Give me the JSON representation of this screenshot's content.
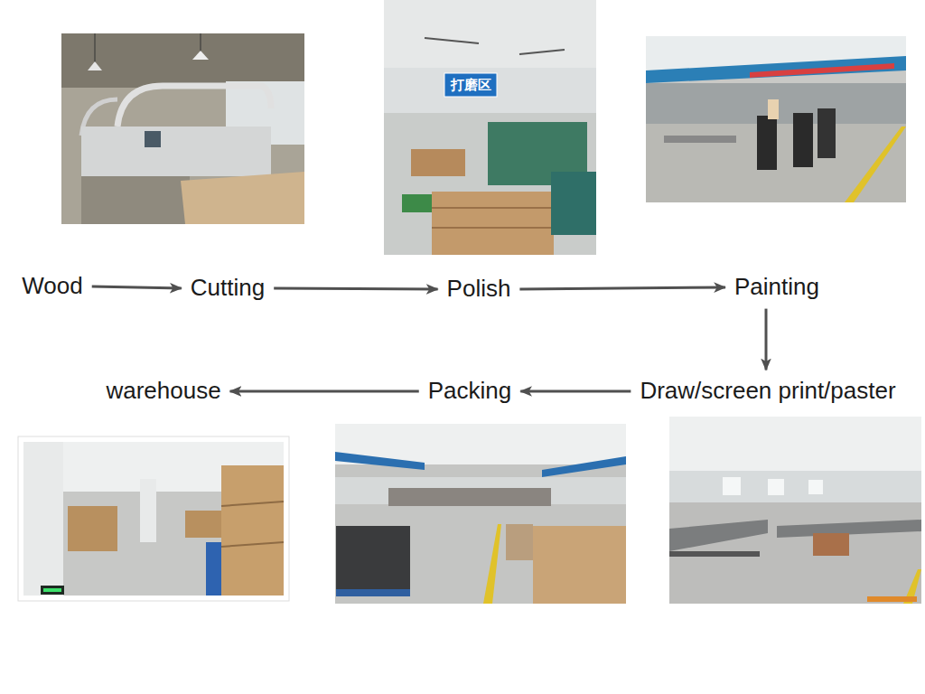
{
  "diagram": {
    "nodes": [
      {
        "text": [
          "Wood"
        ]
      },
      {
        "text": [
          "Cutting"
        ]
      },
      {
        "text": [
          "Polish"
        ]
      },
      {
        "text": [
          "Painting"
        ]
      },
      {
        "text": [
          "Draw/screen print/paster"
        ]
      },
      {
        "text": [
          "Packing"
        ]
      },
      {
        "text": [
          "warehouse"
        ]
      }
    ],
    "edges": [
      {
        "from": 0,
        "to": 1,
        "arrow": "to"
      },
      {
        "from": 1,
        "to": 2,
        "arrow": "to"
      },
      {
        "from": 2,
        "to": 3,
        "arrow": "to"
      },
      {
        "from": 3,
        "to": 4,
        "arrow": "to"
      },
      {
        "from": 4,
        "to": 5,
        "arrow": "to"
      },
      {
        "from": 5,
        "to": 6,
        "arrow": "to"
      }
    ],
    "labels": [
      "打磨区"
    ]
  }
}
